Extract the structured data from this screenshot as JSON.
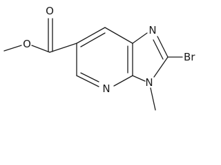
{
  "structure": {
    "atoms": {
      "ester_carbonyl_oxygen": "O",
      "ester_ether_oxygen": "O",
      "imidazole_n1": "N",
      "pyridine_n": "N",
      "imidazole_n3": "N",
      "bromine": "Br"
    }
  }
}
